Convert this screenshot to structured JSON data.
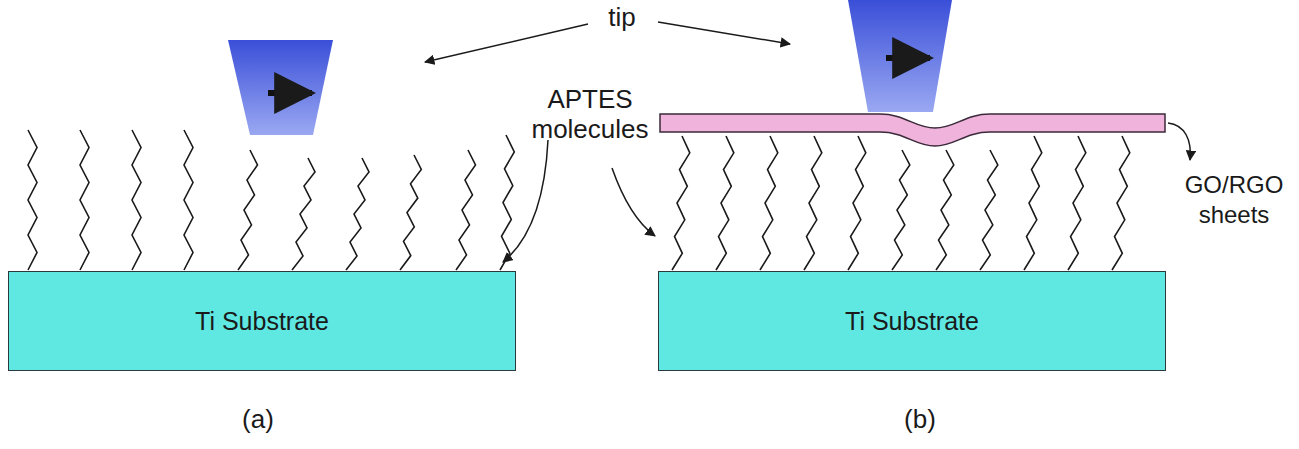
{
  "diagram": {
    "nodes": [
      {
        "text": [
          "Ti Substrate"
        ]
      },
      {
        "text": [
          "Ti Substrate"
        ]
      }
    ],
    "labels": [
      "tip",
      "APTES molecules",
      "GO/RGO sheets",
      "(a)",
      "(b)"
    ]
  }
}
